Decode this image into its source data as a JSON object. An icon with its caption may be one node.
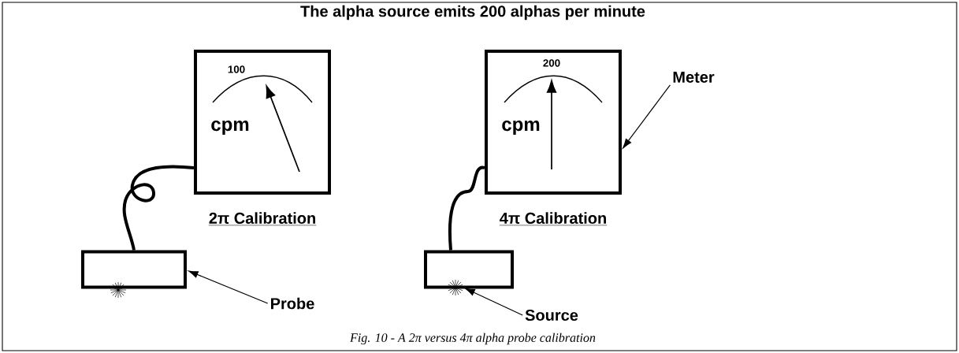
{
  "diagram": {
    "title": "The alpha source emits 200 alphas per minute",
    "caption": "Fig. 10 - A 2π versus 4π alpha probe calibration",
    "nodes": [
      {
        "text": [
          "100",
          "cpm"
        ],
        "beside": [
          "2π Calibration"
        ]
      },
      {
        "text": [
          "200",
          "cpm"
        ],
        "beside": [
          "4π Calibration"
        ]
      },
      {
        "text": [
          "Meter"
        ]
      },
      {
        "text": [],
        "shape": "box"
      },
      {
        "text": [],
        "shape": "star"
      },
      {
        "text": [],
        "shape": "box"
      },
      {
        "text": [],
        "shape": "star"
      },
      {
        "text": [
          "Probe"
        ]
      },
      {
        "text": [
          "Source"
        ]
      }
    ],
    "edges": [
      {
        "from": 0,
        "to": 3,
        "arrow": "none",
        "style": "thick"
      },
      {
        "from": 1,
        "to": 5,
        "arrow": "none",
        "style": "thick"
      },
      {
        "from": 2,
        "to": 1,
        "arrow": "to"
      },
      {
        "from": 7,
        "to": 3,
        "arrow": "to"
      },
      {
        "from": 8,
        "to": 6,
        "arrow": "to"
      }
    ]
  }
}
